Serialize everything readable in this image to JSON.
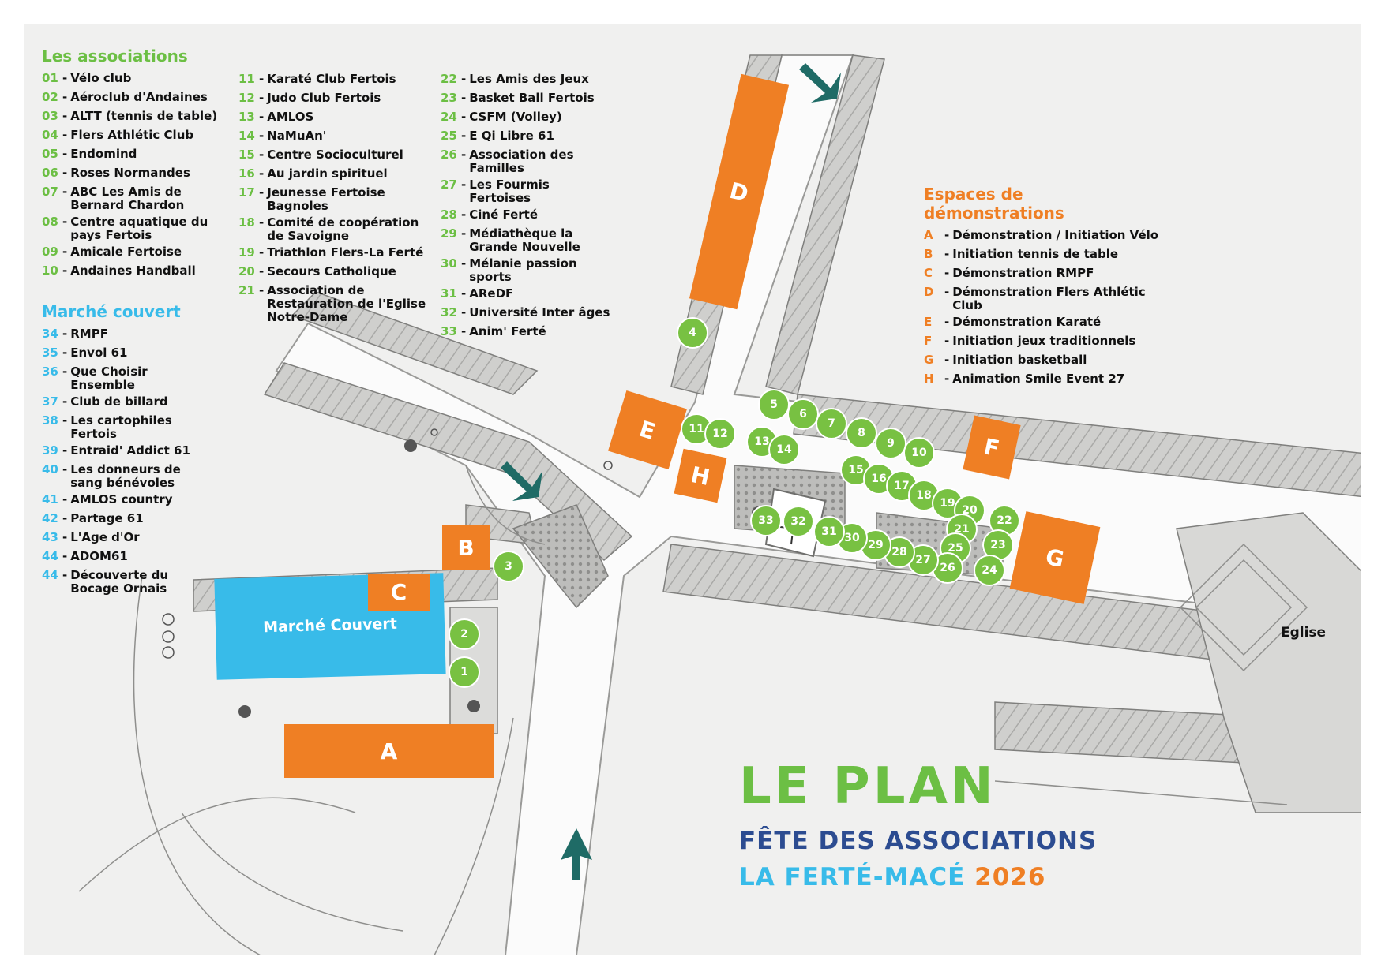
{
  "associations": {
    "title": "Les associations",
    "col1": [
      {
        "num": "01",
        "name": "Vélo club"
      },
      {
        "num": "02",
        "name": "Aéroclub d'Andaines"
      },
      {
        "num": "03",
        "name": "ALTT (tennis de table)"
      },
      {
        "num": "04",
        "name": "Flers Athlétic Club"
      },
      {
        "num": "05",
        "name": "Endomind"
      },
      {
        "num": "06",
        "name": "Roses Normandes"
      },
      {
        "num": "07",
        "name": "ABC Les Amis de Bernard Chardon"
      },
      {
        "num": "08",
        "name": "Centre aquatique du pays Fertois"
      },
      {
        "num": "09",
        "name": "Amicale Fertoise"
      },
      {
        "num": "10",
        "name": "Andaines Handball"
      }
    ],
    "col2": [
      {
        "num": "11",
        "name": "Karaté Club Fertois"
      },
      {
        "num": "12",
        "name": "Judo Club Fertois"
      },
      {
        "num": "13",
        "name": "AMLOS"
      },
      {
        "num": "14",
        "name": "NaMuAn'"
      },
      {
        "num": "15",
        "name": "Centre Socioculturel"
      },
      {
        "num": "16",
        "name": "Au jardin spirituel"
      },
      {
        "num": "17",
        "name": "Jeunesse Fertoise Bagnoles"
      },
      {
        "num": "18",
        "name": "Comité de coopération de Savoigne"
      },
      {
        "num": "19",
        "name": "Triathlon Flers-La Ferté"
      },
      {
        "num": "20",
        "name": "Secours Catholique"
      },
      {
        "num": "21",
        "name": "Association de Restauration de l'Eglise Notre-Dame"
      }
    ],
    "col3": [
      {
        "num": "22",
        "name": "Les Amis des Jeux"
      },
      {
        "num": "23",
        "name": "Basket Ball Fertois"
      },
      {
        "num": "24",
        "name": "CSFM (Volley)"
      },
      {
        "num": "25",
        "name": "E Qi Libre 61"
      },
      {
        "num": "26",
        "name": "Association des Familles"
      },
      {
        "num": "27",
        "name": "Les Fourmis Fertoises"
      },
      {
        "num": "28",
        "name": "Ciné Ferté"
      },
      {
        "num": "29",
        "name": "Médiathèque la Grande Nouvelle"
      },
      {
        "num": "30",
        "name": "Mélanie passion sports"
      },
      {
        "num": "31",
        "name": "AReDF"
      },
      {
        "num": "32",
        "name": "Université Inter âges"
      },
      {
        "num": "33",
        "name": "Anim' Ferté"
      }
    ]
  },
  "marche": {
    "title": "Marché couvert",
    "items": [
      {
        "num": "34",
        "name": "RMPF"
      },
      {
        "num": "35",
        "name": "Envol 61"
      },
      {
        "num": "36",
        "name": "Que Choisir Ensemble"
      },
      {
        "num": "37",
        "name": "Club de billard"
      },
      {
        "num": "38",
        "name": "Les cartophiles Fertois"
      },
      {
        "num": "39",
        "name": "Entraid' Addict 61"
      },
      {
        "num": "40",
        "name": "Les donneurs de sang bénévoles"
      },
      {
        "num": "41",
        "name": "AMLOS country"
      },
      {
        "num": "42",
        "name": "Partage 61"
      },
      {
        "num": "43",
        "name": "L'Age d'Or"
      },
      {
        "num": "44",
        "name": "ADOM61"
      },
      {
        "num": "44",
        "name": "Découverte du Bocage Ornais"
      }
    ]
  },
  "espaces": {
    "title": "Espaces de démonstrations",
    "items": [
      {
        "num": "A",
        "name": "Démonstration / Initiation Vélo"
      },
      {
        "num": "B",
        "name": "Initiation tennis de table"
      },
      {
        "num": "C",
        "name": "Démonstration RMPF"
      },
      {
        "num": "D",
        "name": "Démonstration Flers Athlétic Club"
      },
      {
        "num": "E",
        "name": "Démonstration Karaté"
      },
      {
        "num": "F",
        "name": "Initiation jeux traditionnels"
      },
      {
        "num": "G",
        "name": "Initiation basketball"
      },
      {
        "num": "H",
        "name": "Animation Smile Event 27"
      }
    ]
  },
  "map": {
    "zones": {
      "A": "A",
      "B": "B",
      "C": "C",
      "D": "D",
      "E": "E",
      "F": "F",
      "G": "G",
      "H": "H"
    },
    "marche_label": "Marché Couvert",
    "church_label": "Eglise",
    "stands": [
      "1",
      "2",
      "3",
      "4",
      "5",
      "6",
      "7",
      "8",
      "9",
      "10",
      "11",
      "12",
      "13",
      "14",
      "15",
      "16",
      "17",
      "18",
      "19",
      "20",
      "21",
      "22",
      "23",
      "24",
      "25",
      "26",
      "27",
      "28",
      "29",
      "30",
      "31",
      "32",
      "33"
    ]
  },
  "title": {
    "plan": "LE PLAN",
    "event": "FÊTE DES ASSOCIATIONS",
    "town": "LA FERTÉ-MACÉ",
    "year": "2026"
  },
  "colors": {
    "orange": "#ef7f24",
    "green": "#78c142",
    "blue": "#38bbe9",
    "navy": "#2c4c91",
    "teal_arrow": "#1f6b66"
  }
}
